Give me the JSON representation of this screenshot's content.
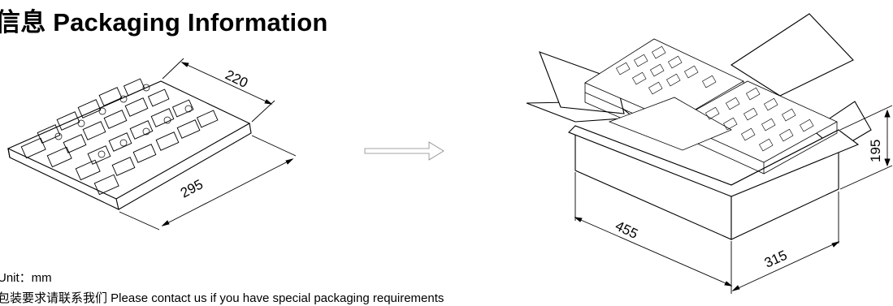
{
  "header": {
    "title": "信息 Packaging Information"
  },
  "tray_drawing": {
    "width_label": "220",
    "length_label": "295"
  },
  "box_drawing": {
    "height_label": "195",
    "length_label": "455",
    "width_label": "315"
  },
  "footer": {
    "unit_text": "Unit：mm",
    "note_text": "包装要求请联系我们 Please contact us if you have special packaging requirements"
  }
}
